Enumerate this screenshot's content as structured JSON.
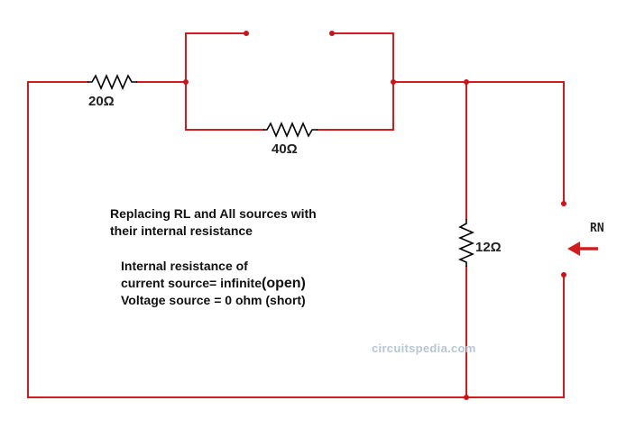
{
  "components": {
    "r20": "20Ω",
    "r40": "40Ω",
    "r12": "12Ω",
    "load_label": "RN"
  },
  "notes": {
    "line1": "Replacing RL and All sources with",
    "line2": "their internal resistance",
    "line3": "Internal resistance of",
    "line4_a": "current source= infinite",
    "line4_b": "(open)",
    "line5": "Voltage source = 0 ohm (short)"
  },
  "watermark": "circuitspedia.com",
  "colors": {
    "wire": "#d01c1c",
    "resistor": "#000000",
    "arrow": "#d01c1c",
    "watermark": "#b7c6d3"
  },
  "icons": {
    "arrow": "left-arrow-icon"
  }
}
